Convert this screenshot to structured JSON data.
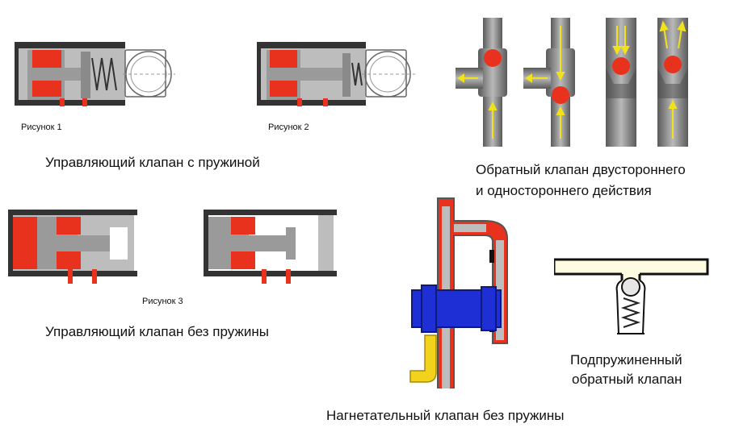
{
  "figures": {
    "fig1_label": "Рисунок 1",
    "fig2_label": "Рисунок 2",
    "fig3_label": "Рисунок 3"
  },
  "captions": {
    "spring_valve": "Управляющий клапан с пружиной",
    "no_spring_valve": "Управляющий клапан без пружины",
    "check_valve_line1": "Обратный клапан двустороннего",
    "check_valve_line2": "и одностороннего действия",
    "discharge_valve": "Нагнетательный клапан без пружины",
    "spring_check_line1": "Подпружиненный",
    "spring_check_line2": "обратный клапан"
  },
  "colors": {
    "red": "#e8321e",
    "gray": "#9a9a9a",
    "dark": "#333333",
    "blue": "#1f2fd6",
    "yellow": "#f2d21a",
    "pipe": "#7c7c7c"
  }
}
